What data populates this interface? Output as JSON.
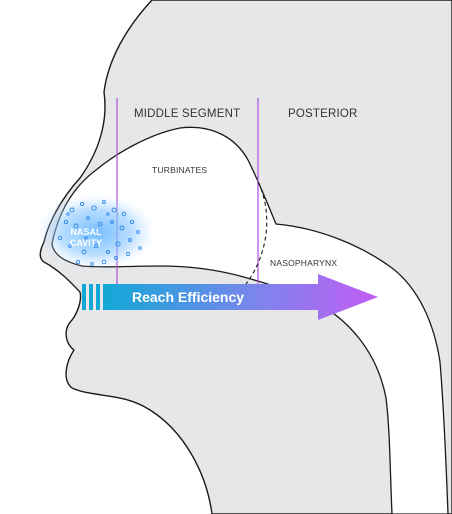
{
  "labels": {
    "middle_segment": "MIDDLE SEGMENT",
    "posterior": "POSTERIOR",
    "turbinates": "TURBINATES",
    "nasal": "NASAL",
    "cavity": "CAVITY",
    "nasopharynx": "NASOPHARYNX",
    "arrow": "Reach Efficiency"
  },
  "colors": {
    "head": "#e7e7ea",
    "airway": "#ffffff",
    "outline": "#1a1a1a",
    "segment_line": "#a64fd8",
    "arrow_start": "#12a8d6",
    "arrow_end": "#c35cf5",
    "spray": "#3a9cf5"
  }
}
